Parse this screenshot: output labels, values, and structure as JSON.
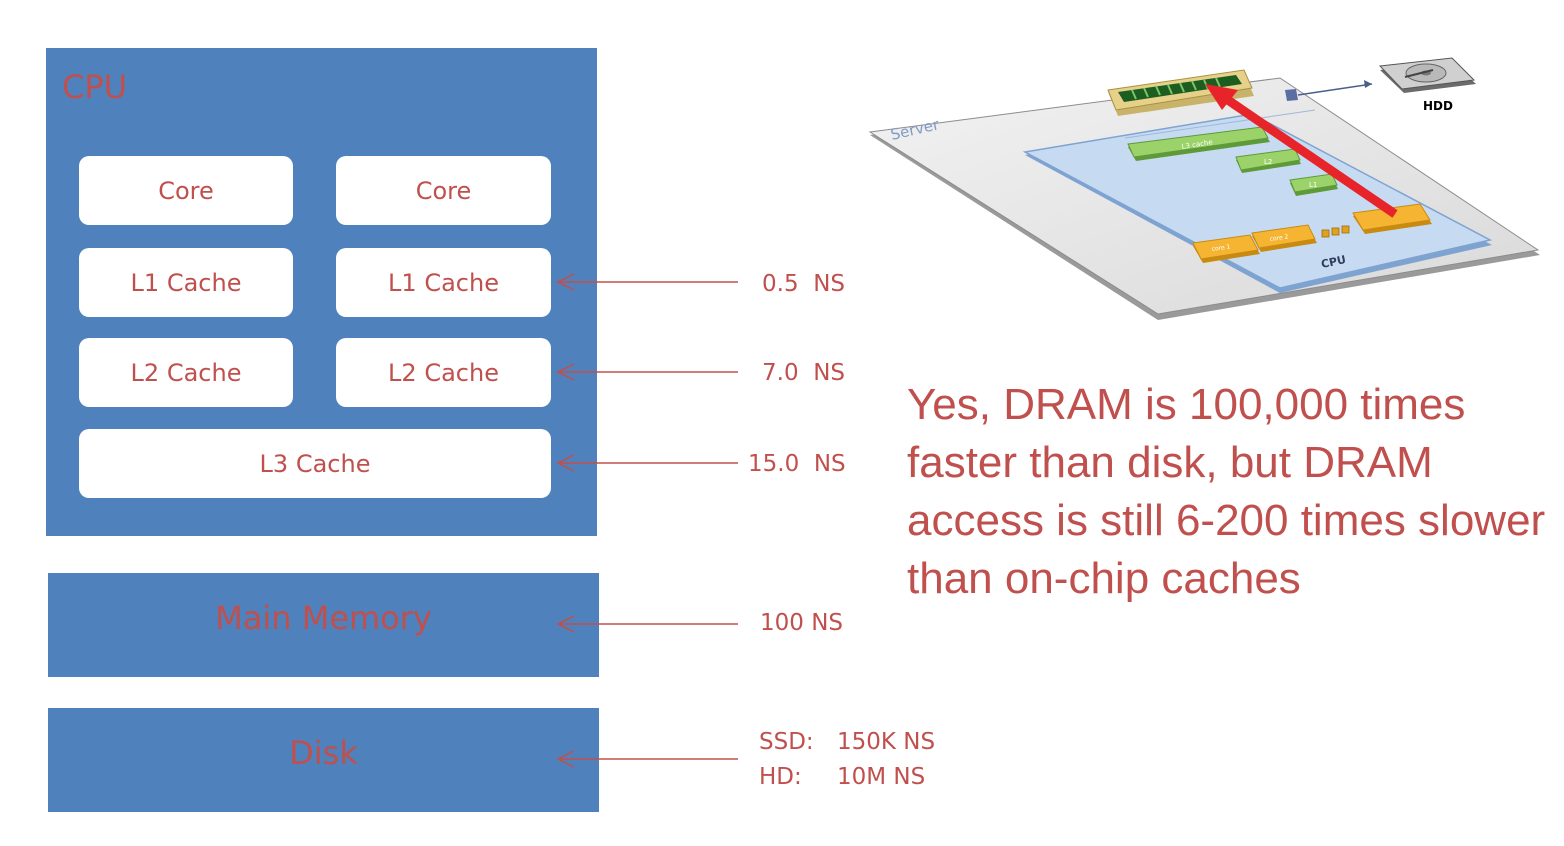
{
  "cpu": {
    "title": "CPU",
    "cores": [
      "Core",
      "Core"
    ],
    "l1": [
      "L1 Cache",
      "L1 Cache"
    ],
    "l2": [
      "L2 Cache",
      "L2 Cache"
    ],
    "l3": "L3 Cache"
  },
  "main_memory": {
    "label": "Main Memory"
  },
  "disk": {
    "label": "Disk"
  },
  "latencies": {
    "l1": "0.5  NS",
    "l2": "7.0  NS",
    "l3": "15.0  NS",
    "memory": "100 NS",
    "ssd_label": "SSD:",
    "ssd_value": "150K NS",
    "hd_label": "HD:",
    "hd_value": "10M NS"
  },
  "illustration": {
    "server_label": "Server",
    "hdd_label": "HDD",
    "cpu_label": "CPU",
    "chips": [
      "L3 cache",
      "L2",
      "L1"
    ],
    "cores": [
      "core 1",
      "core 2"
    ]
  },
  "message": "Yes, DRAM is 100,000 times faster than disk, but  DRAM access is still 6-200 times slower than on-chip caches",
  "colors": {
    "box_blue": "#4f81bd",
    "text_red": "#c0504d",
    "arrow_red": "#e8242b"
  }
}
